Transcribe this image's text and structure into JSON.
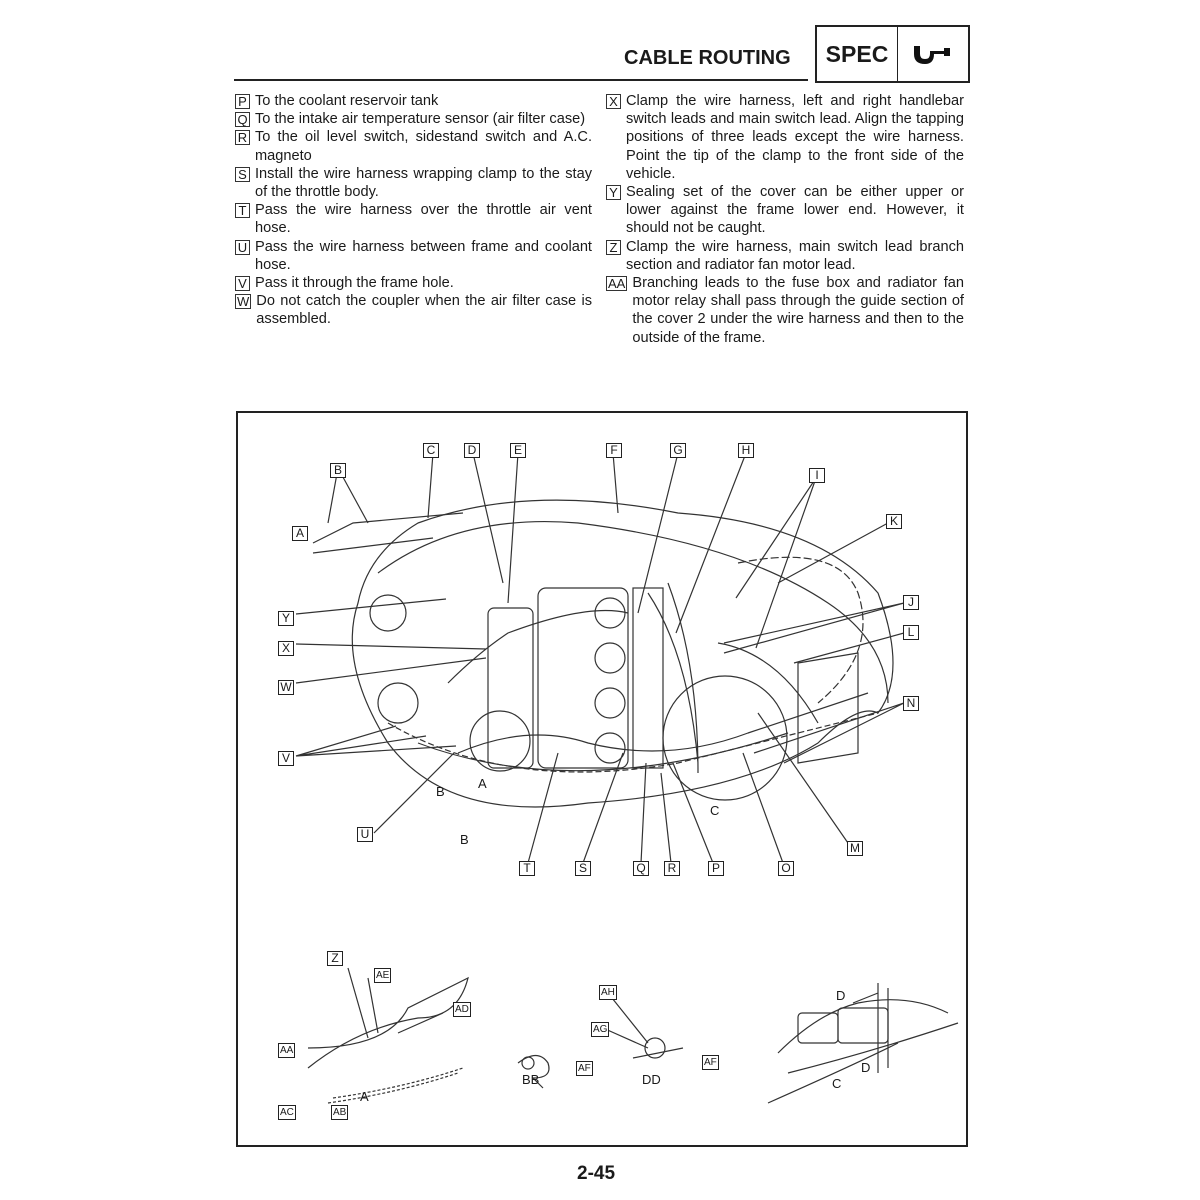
{
  "header": {
    "title": "CABLE ROUTING",
    "badge": "SPEC",
    "badge_icon": "micrometer-icon"
  },
  "notes_left": [
    {
      "key": "P",
      "text": "To the coolant reservoir tank"
    },
    {
      "key": "Q",
      "text": "To the intake air temperature sensor (air filter case)"
    },
    {
      "key": "R",
      "text": "To the oil level switch, sidestand switch and A.C. magneto"
    },
    {
      "key": "S",
      "text": "Install the wire harness wrapping clamp to the stay of the throttle body."
    },
    {
      "key": "T",
      "text": "Pass the wire harness over the throttle air vent hose."
    },
    {
      "key": "U",
      "text": "Pass the wire harness between frame and coolant hose."
    },
    {
      "key": "V",
      "text": "Pass it through the frame hole."
    },
    {
      "key": "W",
      "text": "Do not catch the coupler when the air filter case is assembled."
    }
  ],
  "notes_right": [
    {
      "key": "X",
      "text": "Clamp the wire harness, left and right handlebar switch leads and main switch lead. Align the tapping positions of three leads except the wire harness. Point the tip of the clamp to the front side of the vehicle."
    },
    {
      "key": "Y",
      "text": "Sealing set of the cover can be either upper or lower against the frame lower end. However, it should not be caught."
    },
    {
      "key": "Z",
      "text": "Clamp the wire harness, main switch lead branch section and radiator fan motor lead."
    },
    {
      "key": "AA",
      "text": "Branching leads to the fuse box and radiator fan motor relay shall pass through the guide section of the cover 2 under the wire harness and then to the outside of the frame."
    }
  ],
  "diagram": {
    "boxed": [
      "A",
      "B",
      "C",
      "D",
      "E",
      "F",
      "G",
      "H",
      "I",
      "J",
      "K",
      "L",
      "M",
      "N",
      "O",
      "P",
      "Q",
      "R",
      "S",
      "T",
      "U",
      "V",
      "W",
      "X",
      "Y"
    ],
    "plain": [
      "A",
      "B",
      "B",
      "C"
    ],
    "detail_boxed": [
      "Z",
      "AE",
      "AD",
      "AA",
      "AC",
      "AB",
      "AH",
      "AG",
      "AF",
      "AF"
    ],
    "detail_plain": [
      "A",
      "BB",
      "DD",
      "D",
      "D",
      "C"
    ]
  },
  "page_number": "2-45"
}
